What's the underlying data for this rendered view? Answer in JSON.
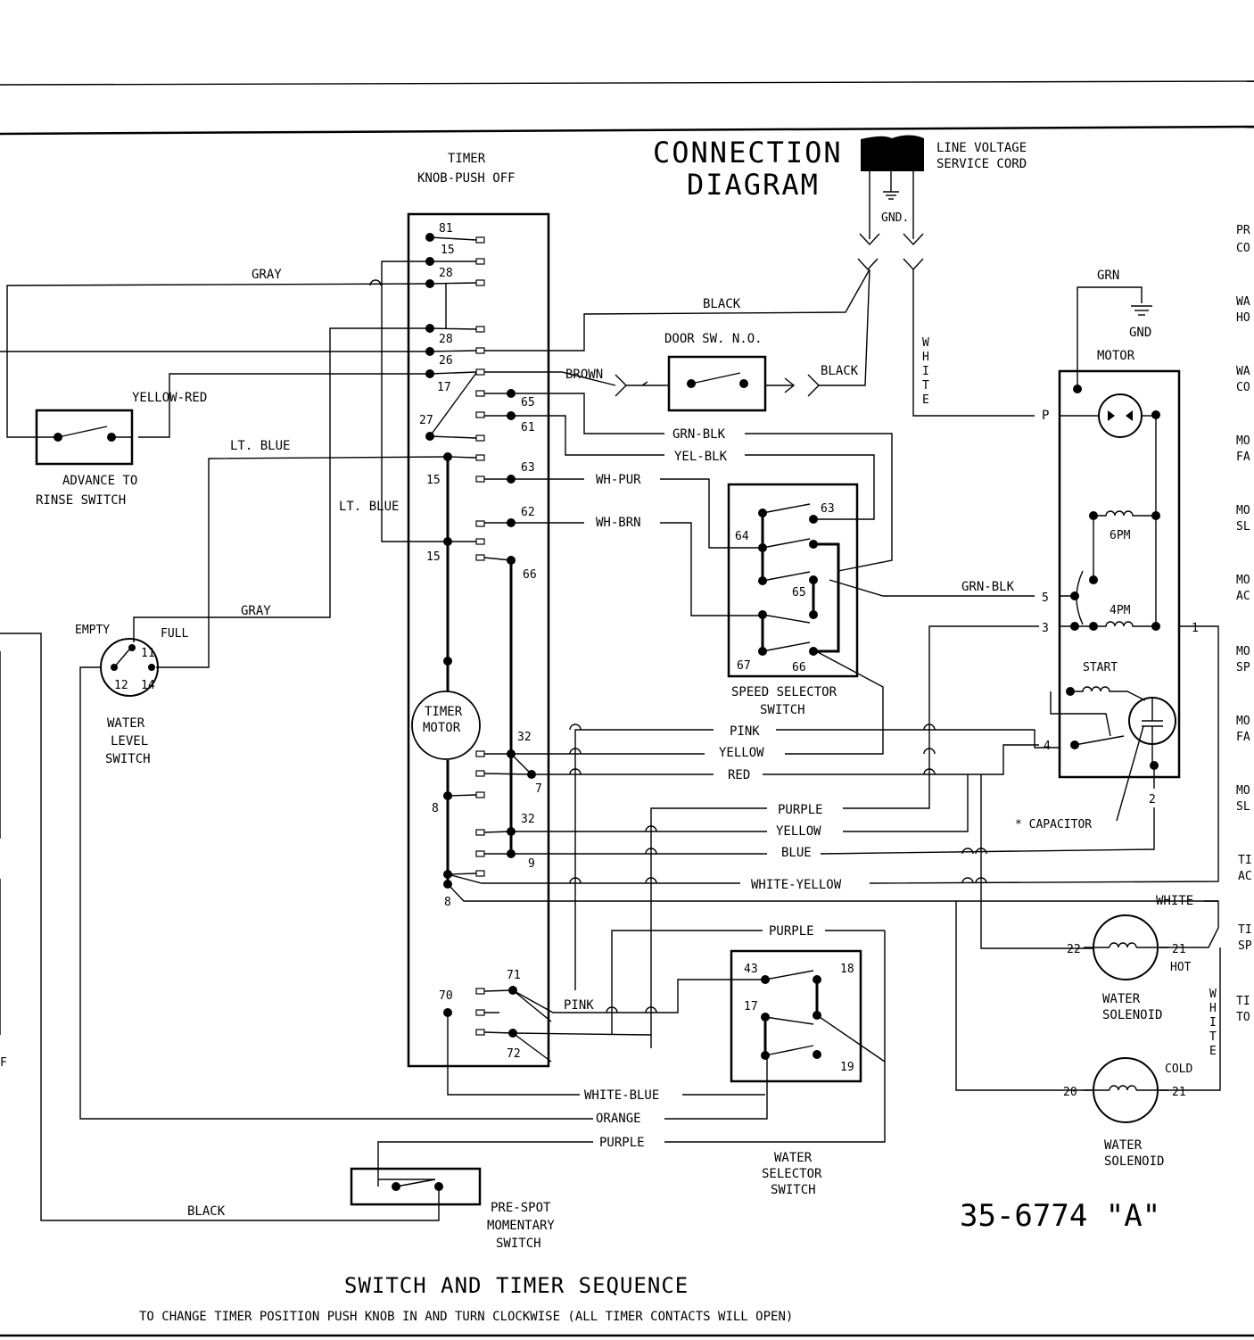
{
  "title": {
    "line1": "CONNECTION",
    "line2": "DIAGRAM"
  },
  "part_number": "35-6774 \"A\"",
  "footer": {
    "heading": "SWITCH AND TIMER SEQUENCE",
    "instruction": "TO CHANGE TIMER POSITION PUSH KNOB IN AND TURN CLOCKWISE (ALL TIMER CONTACTS WILL OPEN)"
  },
  "line_cord": {
    "line1": "LINE VOLTAGE",
    "line2": "SERVICE CORD",
    "gnd": "GND."
  },
  "timer": {
    "line1": "TIMER",
    "line2": "KNOB-PUSH OFF",
    "motor_line1": "TIMER",
    "motor_line2": "MOTOR",
    "terminals": [
      "81",
      "15",
      "28",
      "28",
      "26",
      "17",
      "27",
      "15",
      "15",
      "65",
      "61",
      "63",
      "62",
      "66",
      "32",
      "7",
      "8",
      "32",
      "9",
      "8",
      "70",
      "71",
      "72"
    ]
  },
  "components": {
    "advance_switch": {
      "line1": "ADVANCE TO",
      "line2": "RINSE SWITCH"
    },
    "water_level": {
      "line1": "WATER",
      "line2": "LEVEL",
      "line3": "SWITCH",
      "empty": "EMPTY",
      "full": "FULL",
      "t11": "11",
      "t12": "12",
      "t14": "14"
    },
    "door_switch": "DOOR SW. N.O.",
    "speed_selector": {
      "line1": "SPEED SELECTOR",
      "line2": "SWITCH",
      "t63": "63",
      "t64": "64",
      "t65": "65",
      "t67": "67",
      "t66": "66"
    },
    "motor": {
      "label": "MOTOR",
      "grn": "GRN",
      "gnd": "GND",
      "p": "P",
      "t6pm": "6PM",
      "t4pm": "4PM",
      "start": "START",
      "t5": "5",
      "t3": "3",
      "t1": "1",
      "t4": "4",
      "t2": "2"
    },
    "capacitor": "* CAPACITOR",
    "hot_solenoid": {
      "line1": "WATER",
      "line2": "SOLENOID",
      "hot": "HOT",
      "t22": "22",
      "t21": "21"
    },
    "cold_solenoid": {
      "line1": "WATER",
      "line2": "SOLENOID",
      "cold": "COLD",
      "t20": "20",
      "t21": "21"
    },
    "water_selector": {
      "line1": "WATER",
      "line2": "SELECTOR",
      "line3": "SWITCH",
      "t43": "43",
      "t18": "18",
      "t17": "17",
      "t19": "19"
    },
    "prespot": {
      "line1": "PRE-SPOT",
      "line2": "MOMENTARY",
      "line3": "SWITCH"
    }
  },
  "wires": {
    "gray_top": "GRAY",
    "yellow_red": "YELLOW-RED",
    "lt_blue_1": "LT. BLUE",
    "lt_blue_2": "LT. BLUE",
    "gray_bottom": "GRAY",
    "black_line": "BLACK",
    "brown": "BROWN",
    "black_door": "BLACK",
    "grn_blk_1": "GRN-BLK",
    "yel_blk": "YEL-BLK",
    "wh_pur": "WH-PUR",
    "wh_brn": "WH-BRN",
    "grn_blk_2": "GRN-BLK",
    "white_vertical": "WHITE",
    "pink_1": "PINK",
    "yellow_1": "YELLOW",
    "red": "RED",
    "purple_1": "PURPLE",
    "yellow_2": "YELLOW",
    "blue": "BLUE",
    "white_yellow": "WHITE-YELLOW",
    "white_h": "WHITE",
    "purple_2": "PURPLE",
    "pink_2": "PINK",
    "white_blue": "WHITE-BLUE",
    "orange": "ORANGE",
    "purple_3": "PURPLE",
    "black_bottom": "BLACK",
    "white_v2": "WHITE"
  },
  "right_edge": [
    "PR",
    "CO",
    "WA",
    "HO",
    "WA",
    "CO",
    "MO",
    "FA",
    "MO",
    "SL",
    "MO",
    "AC",
    "MO",
    "SP",
    "MO",
    "FA",
    "MO",
    "SL",
    "TI",
    "AC",
    "TI",
    "SP",
    "TI",
    "TO"
  ],
  "left_edge": "F"
}
